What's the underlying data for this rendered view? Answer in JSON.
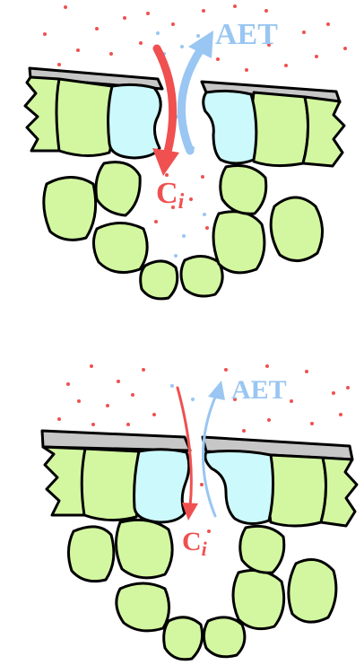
{
  "colors": {
    "cell": "#d3f7a0",
    "guard": "#ccf9fb",
    "cuticle": "#c7c7c7",
    "outline": "#000000",
    "co2": "#f05050",
    "water": "#99c6f2"
  },
  "panels": [
    {
      "aet_label": "AET",
      "ci_label": "C",
      "ci_subscript": "i",
      "stomata_state": "wide open"
    },
    {
      "aet_label": "AET",
      "ci_label": "C",
      "ci_subscript": "i",
      "stomata_state": "narrow"
    }
  ]
}
